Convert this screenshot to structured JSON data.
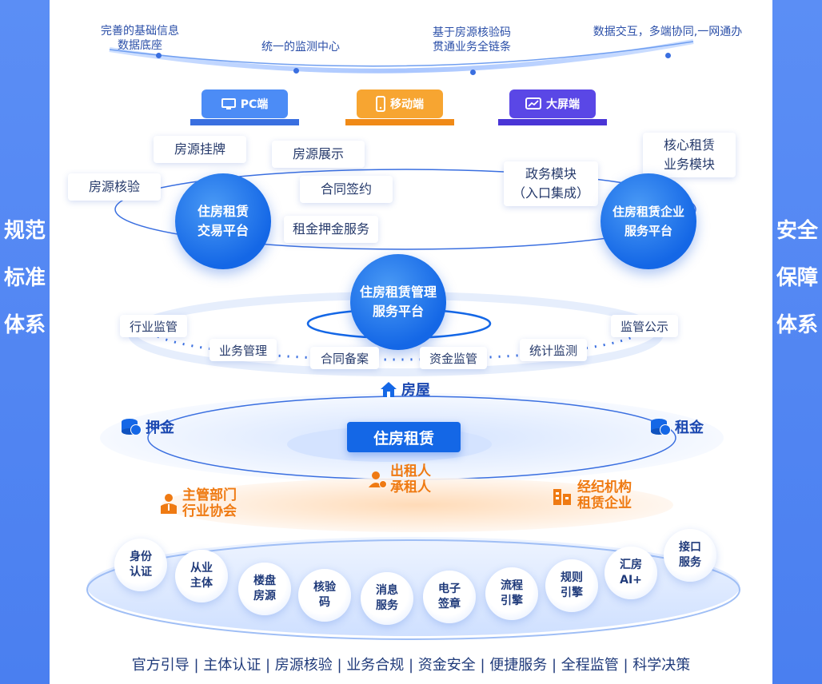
{
  "side": {
    "left": "规范标准体系",
    "right": "安全保障体系"
  },
  "top_labels": [
    "完善的基础信息\n数据底座",
    "统一的监测中心",
    "基于房源核验码\n贯通业务全链条",
    "数据交互，多端协同,一网通办"
  ],
  "terminals": [
    {
      "label": "PC端",
      "icon": "monitor-icon",
      "color": "#4c8cf6",
      "base": "#3a6fe0"
    },
    {
      "label": "移动端",
      "icon": "phone-icon",
      "color": "#f7a531",
      "base": "#f08a17"
    },
    {
      "label": "大屏端",
      "icon": "chart-screen-icon",
      "color": "#5a47e6",
      "base": "#4a35d6"
    }
  ],
  "platforms": {
    "trading": "住房租赁\n交易平台",
    "enterprise": "住房租赁企业\n服务平台",
    "management": "住房租赁管理\n服务平台"
  },
  "trading_tags": [
    "房源挂牌",
    "房源展示",
    "房源核验",
    "合同签约",
    "租金押金服务"
  ],
  "enterprise_tags": [
    "核心租赁\n业务模块",
    "政务模块\n（入口集成）"
  ],
  "management_tags": [
    "行业监管",
    "业务管理",
    "合同备案",
    "资金监管",
    "统计监测",
    "监管公示"
  ],
  "core": {
    "center": "住房租赁",
    "house": "房屋",
    "deposit": "押金",
    "rent": "租金",
    "people": "出租人\n承租人",
    "dept": "主管部门\n行业协会",
    "agency": "经纪机构\n租赁企业"
  },
  "foundation": [
    "身份\n认证",
    "从业\n主体",
    "楼盘\n房源",
    "核验\n码",
    "消息\n服务",
    "电子\n签章",
    "流程\n引擎",
    "规则\n引擎",
    "汇房\nAI+",
    "接口\n服务"
  ],
  "footer": "官方引导 | 主体认证 | 房源核验 | 业务合规 | 资金安全 | 便捷服务 | 全程监管 | 科学决策",
  "colors": {
    "primary": "#1467e6",
    "side": "#4a7ff0",
    "orange": "#ef7a12"
  }
}
